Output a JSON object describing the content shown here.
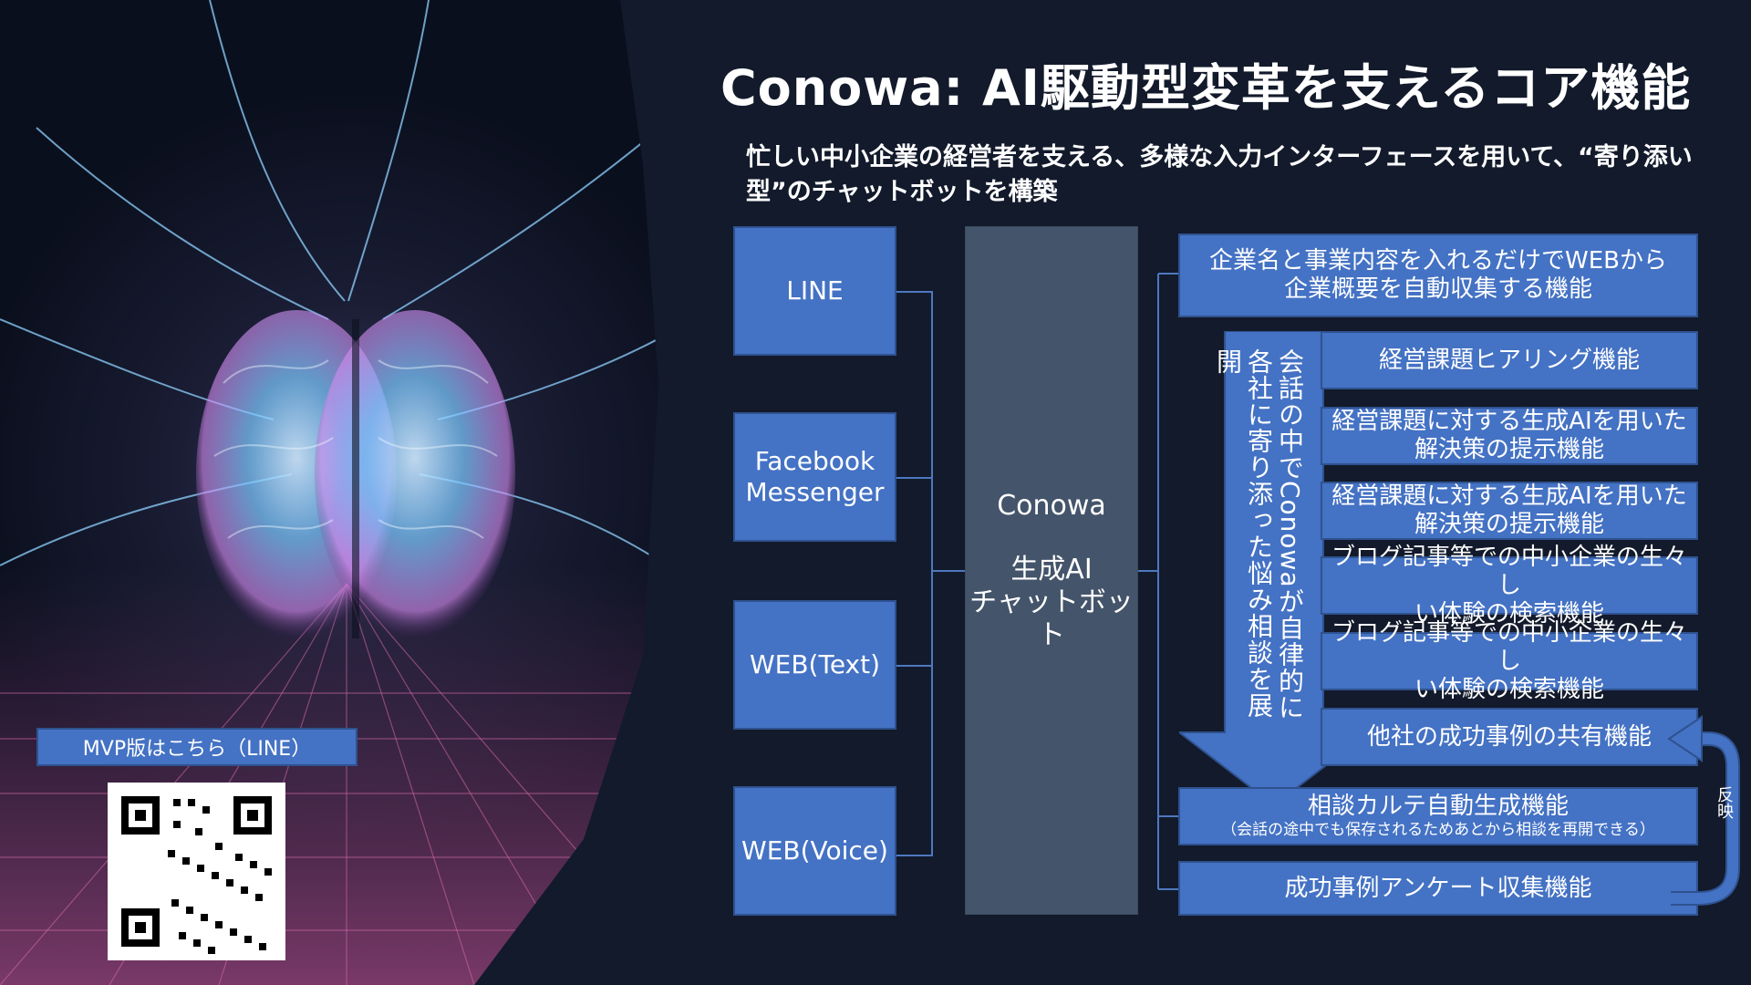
{
  "slide": {
    "title": "Conowa: AI駆動型変革を支えるコア機能",
    "subtitle": "忙しい中小企業の経営者を支える、多様な入力インターフェースを用いて、“寄り添い型”のチャットボットを構築"
  },
  "inputs": [
    {
      "label": "LINE"
    },
    {
      "label": "Facebook\nMessenger"
    },
    {
      "label": "WEB(Text)"
    },
    {
      "label": "WEB(Voice)"
    }
  ],
  "core": {
    "name": "Conowa",
    "type_line1": "生成AI",
    "type_line2": "チャットボット"
  },
  "features": {
    "top": "企業名と事業内容を入れるだけでWEBから\n企業概要を自動収集する機能",
    "items": [
      "経営課題ヒアリング機能",
      "経営課題に対する生成AIを用いた\n解決策の提示機能",
      "経営課題に対する生成AIを用いた\n解決策の提示機能",
      "ブログ記事等での中小企業の生々し\nい体験の検索機能",
      "ブログ記事等での中小企業の生々し\nい体験の検索機能",
      "他社の成功事例の共有機能"
    ],
    "arrow_text": "会話の中でConowaが自律的に各社に寄り添った悩み相談を展開",
    "karte_title": "相談カルテ自動生成機能",
    "karte_note": "（会話の途中でも保存されるためあとから相談を再開できる）",
    "survey": "成功事例アンケート収集機能",
    "reflect_label": "反映"
  },
  "mvp": {
    "label": "MVP版はこちら（LINE）"
  },
  "colors": {
    "background": "#121a2b",
    "box_blue": "#4472c4",
    "core_gray": "#44546a",
    "connector": "#4e78bf"
  }
}
